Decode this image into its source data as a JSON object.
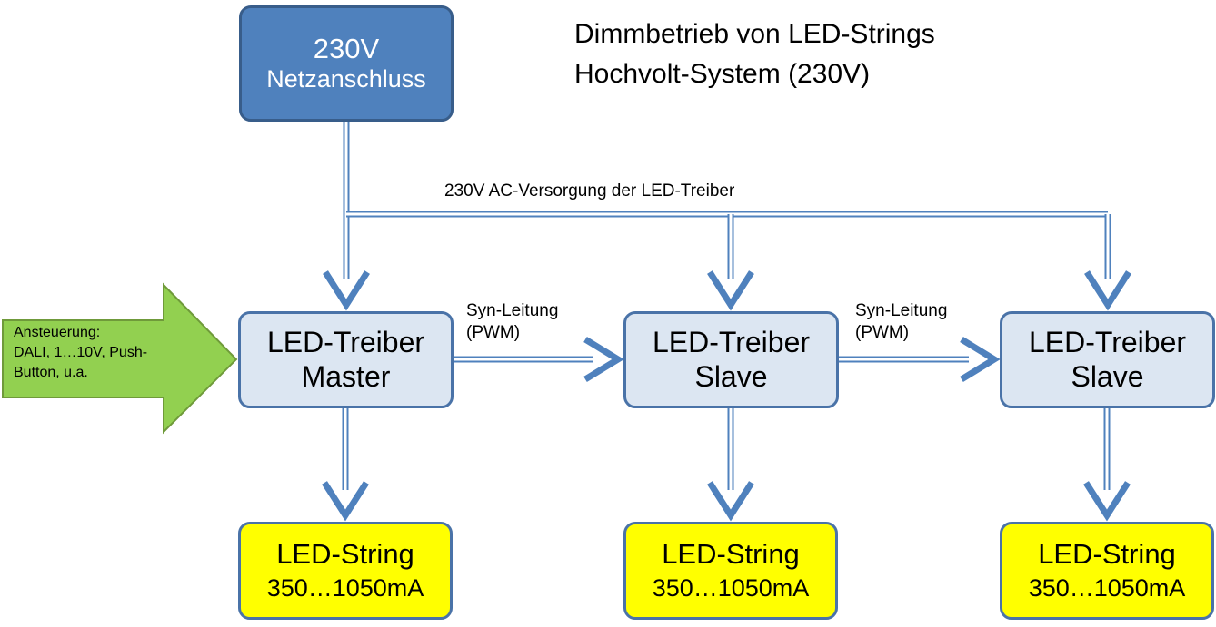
{
  "title": {
    "line1": "Dimmbetrieb von LED-Strings",
    "line2": "Hochvolt-System (230V)"
  },
  "power_source": {
    "line1": "230V",
    "line2": "Netzanschluss"
  },
  "ac_supply_label": "230V AC-Versorgung der LED-Treiber",
  "control_input": {
    "line1": "Ansteuerung:",
    "line2": "DALI, 1…10V, Push-",
    "line3": "Button, u.a."
  },
  "sync_labels": [
    {
      "line1": "Syn-Leitung",
      "line2": "(PWM)"
    },
    {
      "line1": "Syn-Leitung",
      "line2": "(PWM)"
    }
  ],
  "drivers": [
    {
      "line1": "LED-Treiber",
      "line2": "Master"
    },
    {
      "line1": "LED-Treiber",
      "line2": "Slave"
    },
    {
      "line1": "LED-Treiber",
      "line2": "Slave"
    }
  ],
  "led_strings": [
    {
      "line1": "LED-String",
      "line2": "350…1050mA"
    },
    {
      "line1": "LED-String",
      "line2": "350…1050mA"
    },
    {
      "line1": "LED-String",
      "line2": "350…1050mA"
    }
  ],
  "colors": {
    "power_fill": "#4f81bd",
    "driver_fill": "#dce6f2",
    "led_fill": "#ffff00",
    "control_arrow_fill": "#92d050",
    "wire": "#4f81bd"
  }
}
